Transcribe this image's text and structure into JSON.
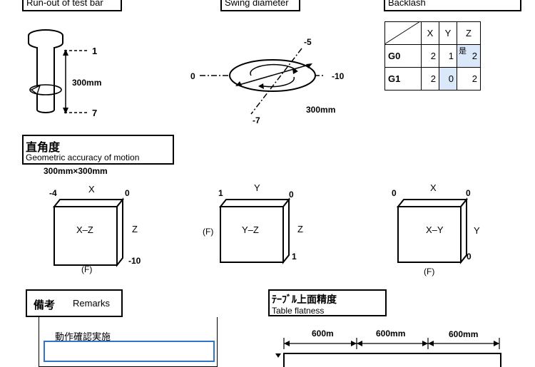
{
  "sections": {
    "runout": {
      "label": "Run-out of test bar",
      "top": "1",
      "bottom": "7",
      "length": "300mm"
    },
    "swing": {
      "label": "Swing diameter",
      "left": "0",
      "right": "-10",
      "top": "-5",
      "bottom": "-7",
      "diameter": "300mm"
    },
    "backlash": {
      "label": "Backlash",
      "headers": [
        "X",
        "Y",
        "Z"
      ],
      "rows": [
        {
          "name": "G0",
          "x": "2",
          "y": "1",
          "z": "2",
          "note": "是"
        },
        {
          "name": "G1",
          "x": "2",
          "y": "0",
          "z": "2"
        }
      ]
    },
    "squareness": {
      "title": "直角度",
      "subtitle": "Geometric accuracy of motion",
      "size": "300mm×300mm",
      "boxes": [
        {
          "name": "X–Z",
          "top_axis": "X",
          "side_axis": "Z",
          "tl": "-4",
          "tr": "0",
          "br": "-10",
          "ref": "(F)"
        },
        {
          "name": "Y–Z",
          "top_axis": "Y",
          "side_axis": "Z",
          "tl": "1",
          "tr": "0",
          "br": "1",
          "ref": "(F)"
        },
        {
          "name": "X–Y",
          "top_axis": "X",
          "side_axis": "Y",
          "tl": "0",
          "tr": "0",
          "br": "0",
          "ref": "(F)"
        }
      ]
    },
    "remarks": {
      "title": "備考",
      "subtitle": "Remarks",
      "text": "動作確認実施"
    },
    "flatness": {
      "title": "ﾃｰﾌﾞﾙ上面精度",
      "subtitle": "Table flatness",
      "segments": [
        "600m",
        "600mm",
        "600mm"
      ]
    }
  }
}
